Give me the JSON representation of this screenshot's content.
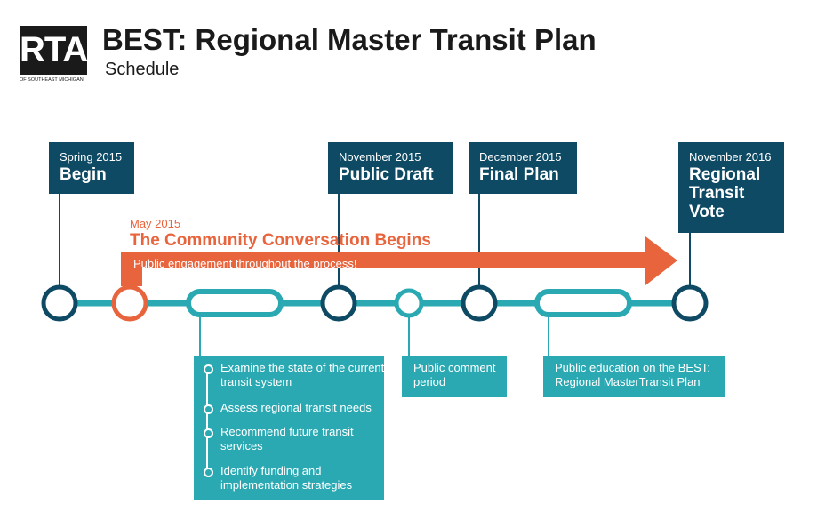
{
  "header": {
    "logo_text": "RTA",
    "logo_subtext": "OF SOUTHEAST MICHIGAN",
    "title": "BEST: Regional Master Transit Plan",
    "subtitle": "Schedule"
  },
  "milestones": [
    {
      "date": "Spring 2015",
      "label": "Begin"
    },
    {
      "date": "November 2015",
      "label": "Public Draft"
    },
    {
      "date": "December 2015",
      "label": "Final Plan"
    },
    {
      "date": "November 2016",
      "label": "Regional Transit Vote"
    }
  ],
  "community": {
    "date": "May 2015",
    "title": "The Community Conversation Begins",
    "arrow_text": "Public engagement throughout the process!"
  },
  "phases": {
    "steps": [
      "Examine the state of the current transit system",
      "Assess regional transit needs",
      "Recommend future transit services",
      "Identify funding and implementation strategies"
    ],
    "comment": "Public comment period",
    "education": "Public education on the BEST: Regional MasterTransit Plan"
  },
  "colors": {
    "navy": "#0e4a63",
    "teal": "#2aa9b3",
    "orange": "#e8643d"
  }
}
